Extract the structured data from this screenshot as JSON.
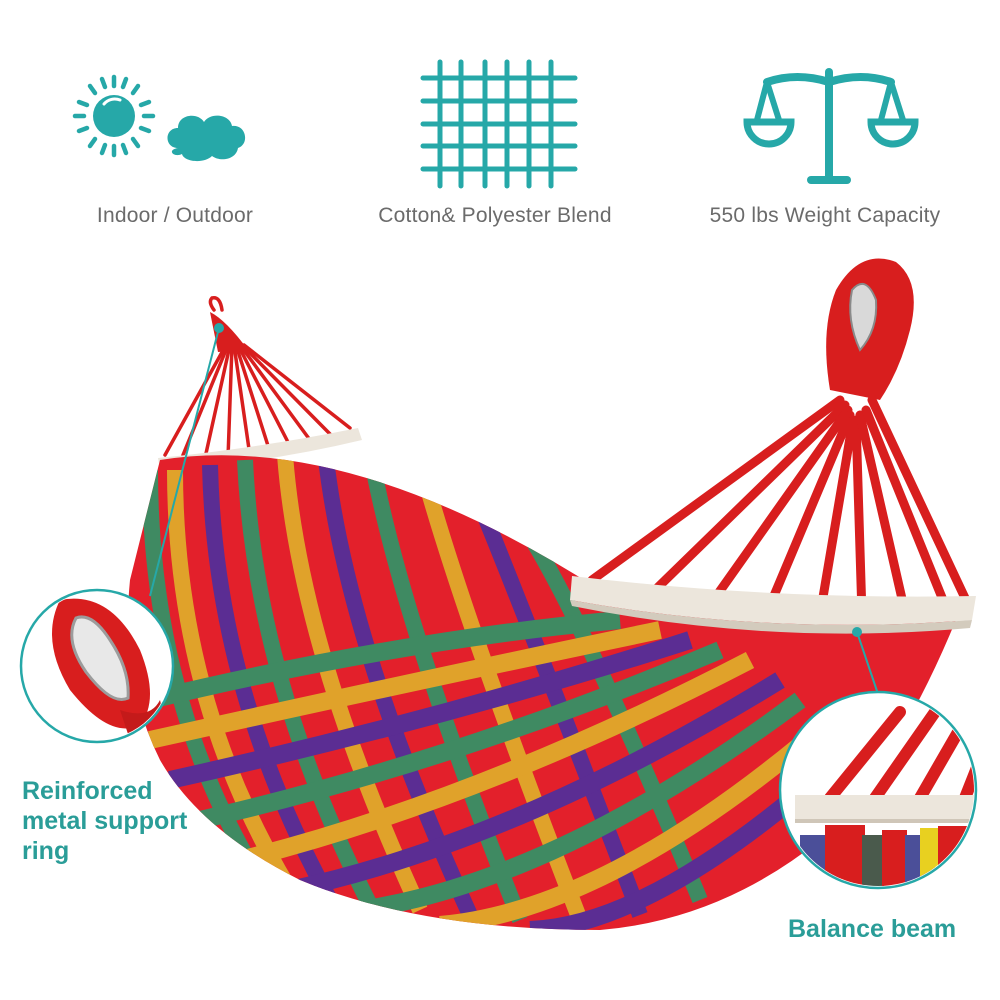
{
  "features": [
    {
      "icon": "sun-cloud-icon",
      "label": "Indoor / Outdoor"
    },
    {
      "icon": "woven-fabric-icon",
      "label": "Cotton& Polyester Blend"
    },
    {
      "icon": "balance-scale-icon",
      "label": "550 lbs Weight Capacity"
    }
  ],
  "callouts": {
    "ring": {
      "lines": [
        "Reinforced",
        "metal support",
        "ring"
      ],
      "icon": "metal-ring-closeup"
    },
    "beam": {
      "label": "Balance beam",
      "icon": "spreader-bar-closeup"
    }
  },
  "product": {
    "image": "striped-rainbow-hammock"
  },
  "colors": {
    "accent_teal": "#26a8a8",
    "label_teal": "#2a9d98",
    "caption_gray": "#6b6b6b",
    "stripe_red": "#e3202b",
    "stripe_green": "#3f8a62",
    "stripe_purple": "#5b2d93",
    "stripe_yellow": "#e0a22a",
    "rope_red": "#d81e1e",
    "beam_cream": "#ece6dc"
  }
}
